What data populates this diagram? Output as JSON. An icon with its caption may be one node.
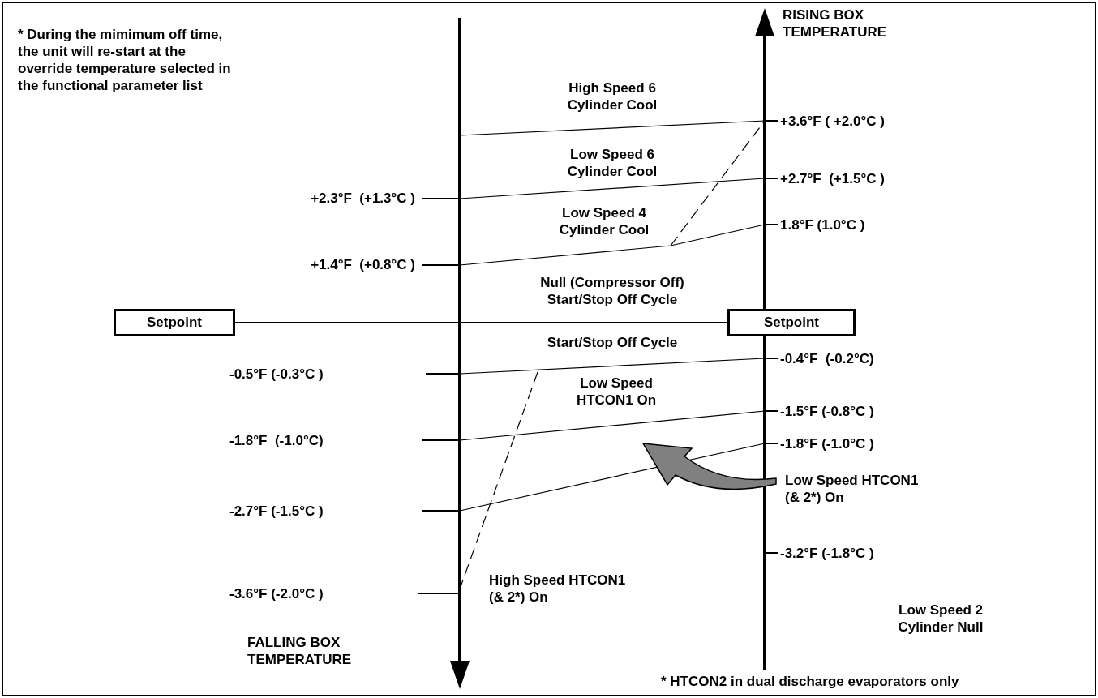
{
  "diagram": {
    "nodes": [
      {
        "text": [
          "Setpoint"
        ]
      },
      {
        "text": [
          "Setpoint"
        ]
      }
    ],
    "edges": [
      {
        "from": 0,
        "to": 1,
        "arrow": "none"
      }
    ],
    "labels": [
      "* During the mimimum off time, the unit will re-start at the override temperature selected in the functional parameter list",
      "RISING BOX TEMPERATURE",
      "High Speed 6 Cylinder Cool",
      "+3.6°F ( +2.0°C )",
      "Low Speed 6 Cylinder Cool",
      "+2.3°F  (+1.3°C )",
      "+2.7°F  (+1.5°C )",
      "Low Speed 4 Cylinder Cool",
      "1.8°F (1.0°C )",
      "+1.4°F  (+0.8°C )",
      "Null (Compressor Off) Start/Stop Off Cycle",
      "Start/Stop Off Cycle",
      "-0.4°F  (-0.2°C)",
      "-0.5°F (-0.3°C )",
      "Low Speed HTCON1 On",
      "-1.5°F (-0.8°C )",
      "-1.8°F  (-1.0°C)",
      "-1.8°F (-1.0°C )",
      "Low Speed HTCON1 (& 2*) On",
      "-2.7°F (-1.5°C )",
      "-3.2°F (-1.8°C )",
      "High Speed HTCON1 (& 2*) On",
      "-3.6°F (-2.0°C )",
      "Low Speed 2 Cylinder Null",
      "FALLING BOX TEMPERATURE",
      "* HTCON2 in dual discharge evaporators only"
    ]
  }
}
